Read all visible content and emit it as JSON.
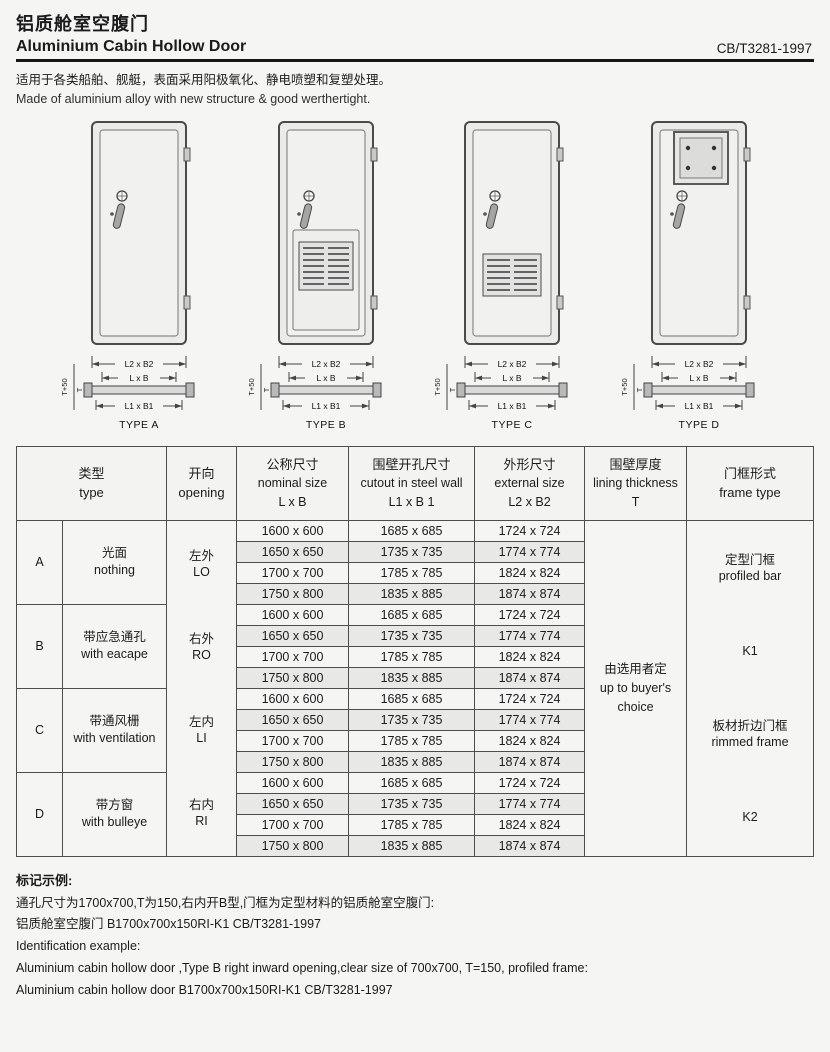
{
  "header": {
    "title_zh": "铝质舱室空腹门",
    "title_en": "Aluminium Cabin Hollow Door",
    "standard": "CB/T3281-1997",
    "desc_zh": "适用于各类船舶、舰艇，表面采用阳极氧化、静电喷塑和复塑处理。",
    "desc_en": "Made of aluminium alloy with new structure & good werthertight."
  },
  "diagrams": {
    "dims": {
      "l2b2": "L2 x B2",
      "lxb": "L x B",
      "l1b1": "L1 x B1",
      "t_plus": "T+50",
      "t": "T"
    },
    "types": [
      {
        "label": "TYPE A"
      },
      {
        "label": "TYPE B"
      },
      {
        "label": "TYPE C"
      },
      {
        "label": "TYPE D"
      }
    ]
  },
  "table": {
    "headers": {
      "type_zh": "类型",
      "type_en": "type",
      "opening_zh": "开向",
      "opening_en": "opening",
      "nominal_zh": "公称尺寸",
      "nominal_en": "nominal size",
      "nominal_sub": "L x B",
      "cutout_zh": "围壁开孔尺寸",
      "cutout_en": "cutout in steel wall",
      "cutout_sub": "L1 x B 1",
      "external_zh": "外形尺寸",
      "external_en": "external  size",
      "external_sub": "L2 x B2",
      "lining_zh": "围壁厚度",
      "lining_en": "lining thickness",
      "lining_sub": "T",
      "frame_zh": "门框形式",
      "frame_en": "frame type"
    },
    "type_groups": [
      {
        "letter": "A",
        "desc_zh": "光面",
        "desc_en": "nothing"
      },
      {
        "letter": "B",
        "desc_zh": "带应急通孔",
        "desc_en": "with eacape"
      },
      {
        "letter": "C",
        "desc_zh": "带通风栅",
        "desc_en": "with ventilation"
      },
      {
        "letter": "D",
        "desc_zh": "带方窗",
        "desc_en": "with bulleye"
      }
    ],
    "openings": [
      {
        "zh": "左外",
        "en": "LO"
      },
      {
        "zh": "右外",
        "en": "RO"
      },
      {
        "zh": "左内",
        "en": "LI"
      },
      {
        "zh": "右内",
        "en": "RI"
      }
    ],
    "rows": [
      {
        "nominal": "1600 x 600",
        "cutout": "1685 x 685",
        "external": "1724 x 724"
      },
      {
        "nominal": "1650 x 650",
        "cutout": "1735 x 735",
        "external": "1774 x 774"
      },
      {
        "nominal": "1700 x 700",
        "cutout": "1785 x 785",
        "external": "1824 x 824"
      },
      {
        "nominal": "1750 x 800",
        "cutout": "1835 x 885",
        "external": "1874 x 874"
      },
      {
        "nominal": "1600 x 600",
        "cutout": "1685 x 685",
        "external": "1724 x 724"
      },
      {
        "nominal": "1650 x 650",
        "cutout": "1735 x 735",
        "external": "1774 x 774"
      },
      {
        "nominal": "1700 x 700",
        "cutout": "1785 x 785",
        "external": "1824 x 824"
      },
      {
        "nominal": "1750 x 800",
        "cutout": "1835 x 885",
        "external": "1874 x 874"
      },
      {
        "nominal": "1600 x 600",
        "cutout": "1685 x 685",
        "external": "1724 x 724"
      },
      {
        "nominal": "1650 x 650",
        "cutout": "1735 x 735",
        "external": "1774 x 774"
      },
      {
        "nominal": "1700 x 700",
        "cutout": "1785 x 785",
        "external": "1824 x 824"
      },
      {
        "nominal": "1750 x 800",
        "cutout": "1835 x 885",
        "external": "1874 x 874"
      },
      {
        "nominal": "1600 x 600",
        "cutout": "1685 x 685",
        "external": "1724 x 724"
      },
      {
        "nominal": "1650 x 650",
        "cutout": "1735 x 735",
        "external": "1774 x 774"
      },
      {
        "nominal": "1700 x 700",
        "cutout": "1785 x 785",
        "external": "1824 x 824"
      },
      {
        "nominal": "1750 x 800",
        "cutout": "1835 x 885",
        "external": "1874 x 874"
      }
    ],
    "lining": {
      "zh": "由选用者定",
      "en1": "up to buyer's",
      "en2": "choice"
    },
    "frames": [
      {
        "zh": "定型门框",
        "en": "profiled bar",
        "code": "K1"
      },
      {
        "zh": "板材折边门框",
        "en": "rimmed frame",
        "code": "K2"
      }
    ]
  },
  "footer": {
    "example_label_zh": "标记示例:",
    "line1_zh": "通孔尺寸为1700x700,T为150,右内开B型,门框为定型材料的铝质舱室空腹门:",
    "line2_zh": "铝质舱室空腹门 B1700x700x150RI-K1 CB/T3281-1997",
    "example_label_en": "Identification example:",
    "line1_en": "Aluminium cabin hollow door ,Type B right inward opening,clear size of 700x700, T=150, profiled frame:",
    "line2_en": "Aluminium cabin hollow door B1700x700x150RI-K1 CB/T3281-1997"
  }
}
